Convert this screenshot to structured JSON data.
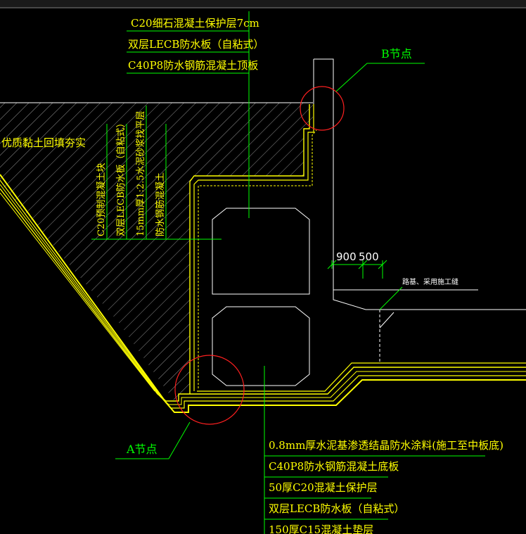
{
  "top_labels": [
    "C20细石混凝土保护层7cm",
    "双层LECB防水板（自粘式）",
    "C40P8防水钢筋混凝土顶板"
  ],
  "node_b_label": "B节点",
  "node_a_label": "A节点",
  "backfill_label": "优质黏土回填夯实",
  "wall_labels": [
    "C20预制混凝土块",
    "双层LECB防水板（自粘式）",
    "15mm厚1:2.5水泥砂浆找平层",
    "防水钢筋混凝土"
  ],
  "dim_left": "900",
  "dim_right": "500",
  "road_note": "路基、采用施工缝",
  "bottom_labels": [
    "0.8mm厚水泥基渗透结晶防水涂料(施工至中板底)",
    "C40P8防水钢筋混凝土底板",
    "50厚C20混凝土保护层",
    "双层LECB防水板（自粘式）",
    "150厚C15混凝土垫层"
  ],
  "colors": {
    "background": "#000000",
    "structure": "#ffff00",
    "leader": "#00ff00",
    "hatch": "#ffffff",
    "node_circle": "#ff2020"
  }
}
